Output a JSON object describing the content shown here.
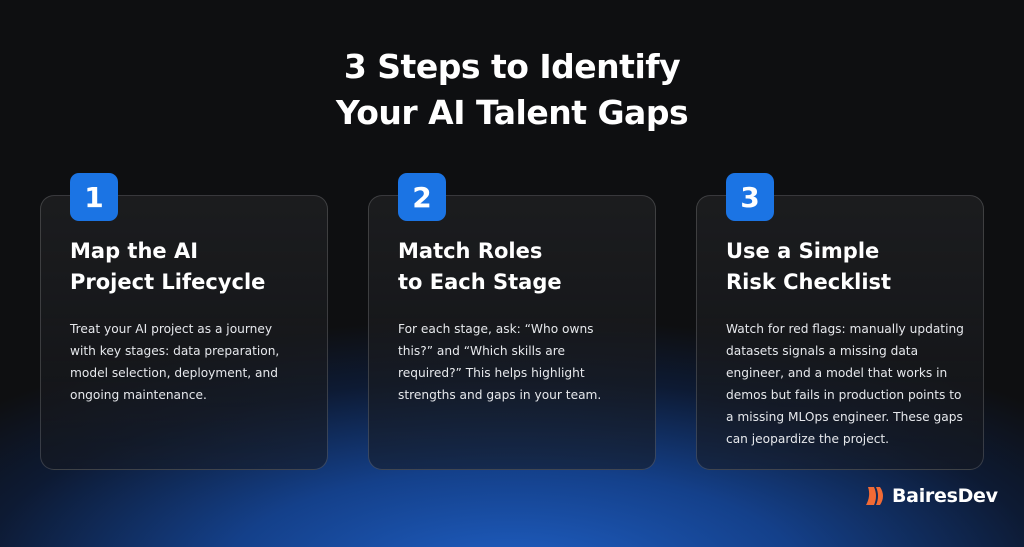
{
  "title": {
    "line1": "3 Steps to Identify",
    "line2": "Your AI Talent Gaps"
  },
  "steps": [
    {
      "number": "1",
      "heading": [
        "Map the AI",
        "Project Lifecycle"
      ],
      "description": [
        "Treat your AI project as a journey",
        "with key stages: data preparation,",
        "model selection, deployment, and",
        "ongoing maintenance."
      ]
    },
    {
      "number": "2",
      "heading": [
        "Match Roles",
        "to Each Stage"
      ],
      "description": [
        "For each stage, ask: “Who owns",
        "this?” and “Which skills are",
        "required?” This helps highlight",
        "strengths and gaps in your team."
      ]
    },
    {
      "number": "3",
      "heading": [
        "Use a Simple",
        "Risk Checklist"
      ],
      "description": [
        "Watch for red flags: manually updating",
        "datasets signals a missing data",
        "engineer, and a model that works in",
        "demos but fails in production points to",
        "a missing MLOps engineer. These gaps",
        "can jeopardize the project."
      ]
    }
  ],
  "logo": {
    "text": "BairesDev",
    "icon": "bairesdev-logo-icon",
    "color": "#f26b35"
  },
  "colors": {
    "accent": "#1b74e4",
    "background": "#0e0f11"
  }
}
